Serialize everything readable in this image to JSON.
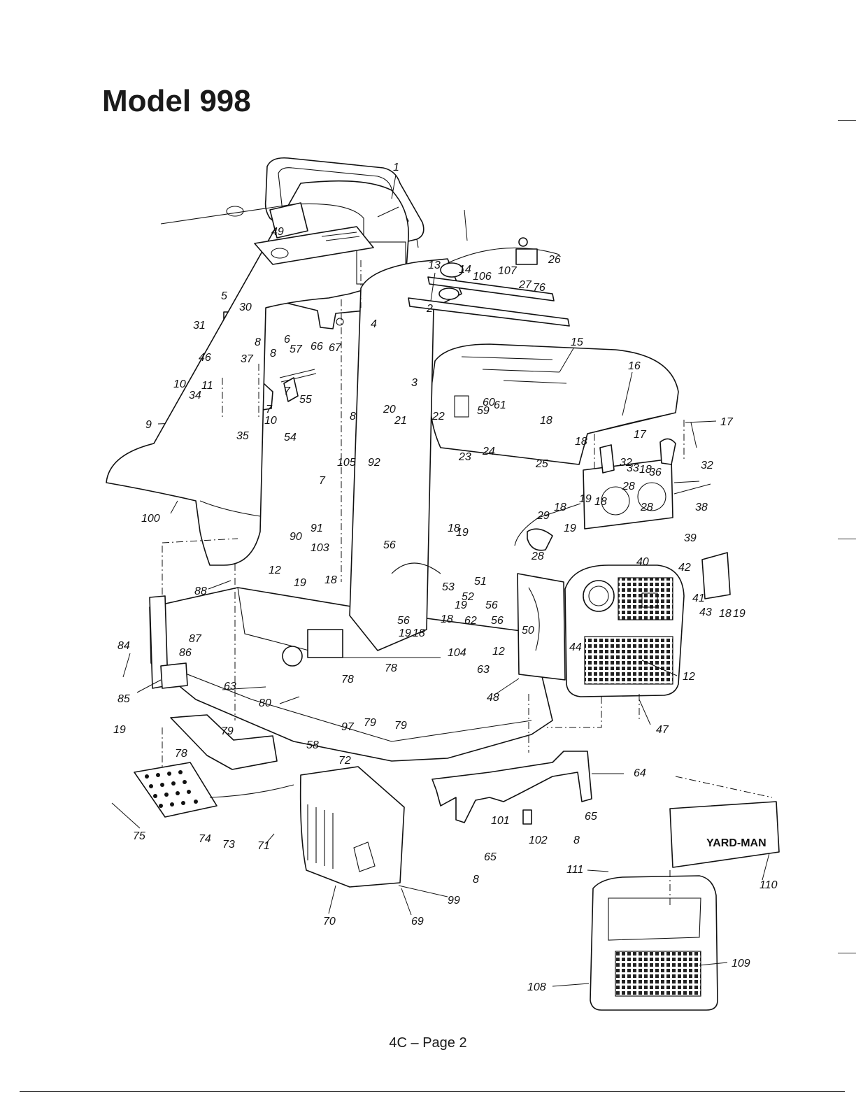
{
  "header": {
    "title": "Model 998"
  },
  "footer": {
    "page_label": "4C – Page 2"
  },
  "logo": {
    "brand_text": "YARD-MAN"
  },
  "callouts": [
    {
      "n": "1"
    },
    {
      "n": "2"
    },
    {
      "n": "3"
    },
    {
      "n": "4"
    },
    {
      "n": "5"
    },
    {
      "n": "6"
    },
    {
      "n": "7"
    },
    {
      "n": "7"
    },
    {
      "n": "7"
    },
    {
      "n": "8"
    },
    {
      "n": "8"
    },
    {
      "n": "8"
    },
    {
      "n": "8"
    },
    {
      "n": "8"
    },
    {
      "n": "9"
    },
    {
      "n": "10"
    },
    {
      "n": "10"
    },
    {
      "n": "11"
    },
    {
      "n": "12"
    },
    {
      "n": "12"
    },
    {
      "n": "12"
    },
    {
      "n": "13"
    },
    {
      "n": "14"
    },
    {
      "n": "15"
    },
    {
      "n": "16"
    },
    {
      "n": "17"
    },
    {
      "n": "17"
    },
    {
      "n": "18"
    },
    {
      "n": "18"
    },
    {
      "n": "18"
    },
    {
      "n": "18"
    },
    {
      "n": "18"
    },
    {
      "n": "18"
    },
    {
      "n": "18"
    },
    {
      "n": "18"
    },
    {
      "n": "18"
    },
    {
      "n": "18"
    },
    {
      "n": "19"
    },
    {
      "n": "19"
    },
    {
      "n": "19"
    },
    {
      "n": "19"
    },
    {
      "n": "19"
    },
    {
      "n": "19"
    },
    {
      "n": "19"
    },
    {
      "n": "19"
    },
    {
      "n": "20"
    },
    {
      "n": "21"
    },
    {
      "n": "22"
    },
    {
      "n": "23"
    },
    {
      "n": "24"
    },
    {
      "n": "25"
    },
    {
      "n": "26"
    },
    {
      "n": "27"
    },
    {
      "n": "28"
    },
    {
      "n": "28"
    },
    {
      "n": "28"
    },
    {
      "n": "29"
    },
    {
      "n": "30"
    },
    {
      "n": "31"
    },
    {
      "n": "32"
    },
    {
      "n": "32"
    },
    {
      "n": "33"
    },
    {
      "n": "34"
    },
    {
      "n": "35"
    },
    {
      "n": "36"
    },
    {
      "n": "37"
    },
    {
      "n": "38"
    },
    {
      "n": "39"
    },
    {
      "n": "40"
    },
    {
      "n": "41"
    },
    {
      "n": "42"
    },
    {
      "n": "43"
    },
    {
      "n": "44"
    },
    {
      "n": "46"
    },
    {
      "n": "47"
    },
    {
      "n": "48"
    },
    {
      "n": "49"
    },
    {
      "n": "50"
    },
    {
      "n": "51"
    },
    {
      "n": "52"
    },
    {
      "n": "53"
    },
    {
      "n": "54"
    },
    {
      "n": "55"
    },
    {
      "n": "56"
    },
    {
      "n": "56"
    },
    {
      "n": "56"
    },
    {
      "n": "56"
    },
    {
      "n": "57"
    },
    {
      "n": "58"
    },
    {
      "n": "59"
    },
    {
      "n": "60"
    },
    {
      "n": "61"
    },
    {
      "n": "62"
    },
    {
      "n": "63"
    },
    {
      "n": "63"
    },
    {
      "n": "64"
    },
    {
      "n": "65"
    },
    {
      "n": "65"
    },
    {
      "n": "66"
    },
    {
      "n": "67"
    },
    {
      "n": "69"
    },
    {
      "n": "70"
    },
    {
      "n": "71"
    },
    {
      "n": "72"
    },
    {
      "n": "73"
    },
    {
      "n": "74"
    },
    {
      "n": "75"
    },
    {
      "n": "76"
    },
    {
      "n": "78"
    },
    {
      "n": "78"
    },
    {
      "n": "78"
    },
    {
      "n": "79"
    },
    {
      "n": "79"
    },
    {
      "n": "79"
    },
    {
      "n": "80"
    },
    {
      "n": "84"
    },
    {
      "n": "85"
    },
    {
      "n": "86"
    },
    {
      "n": "87"
    },
    {
      "n": "88"
    },
    {
      "n": "90"
    },
    {
      "n": "91"
    },
    {
      "n": "92"
    },
    {
      "n": "97"
    },
    {
      "n": "99"
    },
    {
      "n": "100"
    },
    {
      "n": "101"
    },
    {
      "n": "102"
    },
    {
      "n": "103"
    },
    {
      "n": "104"
    },
    {
      "n": "105"
    },
    {
      "n": "106"
    },
    {
      "n": "107"
    },
    {
      "n": "108"
    },
    {
      "n": "109"
    },
    {
      "n": "110"
    },
    {
      "n": "111"
    }
  ]
}
